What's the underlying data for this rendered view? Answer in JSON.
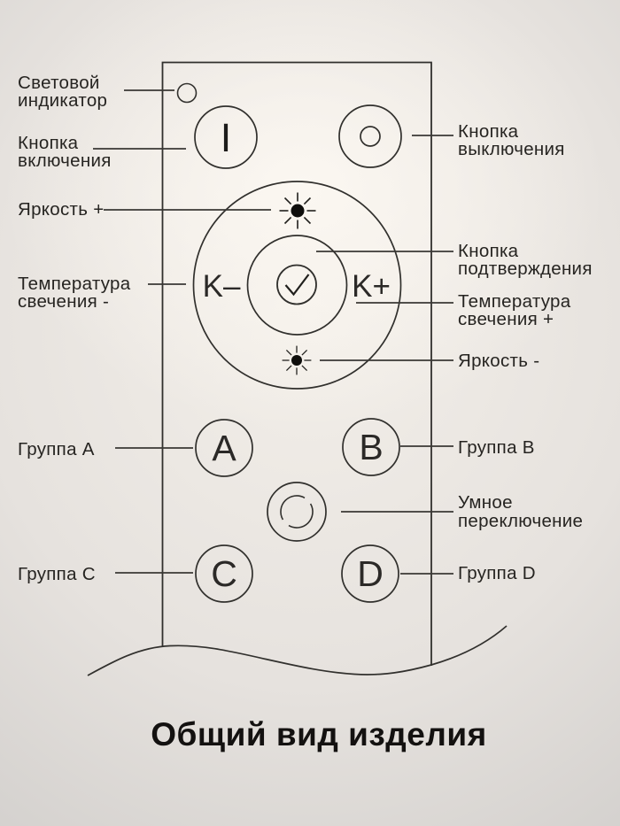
{
  "title": "Общий вид изделия",
  "colors": {
    "background_glow": "#faf6f0",
    "background_edge": "#c7c5c3",
    "stroke": "#31302d",
    "text": "#262421",
    "title_text": "#131110",
    "sun_fill": "#0f0e0c"
  },
  "remote_buttons": {
    "power_on": "I",
    "k_minus": "K–",
    "k_plus": "K+",
    "group_a": "A",
    "group_b": "B",
    "group_c": "C",
    "group_d": "D"
  },
  "icons": {
    "brightness_plus": "sun-icon",
    "brightness_minus": "sun-icon",
    "confirm": "checkmark-icon",
    "power_off": "circle-dot-icon",
    "smart_switch": "broken-ring-icon"
  },
  "callouts_left": [
    {
      "lines": [
        "Световой",
        "индикатор"
      ]
    },
    {
      "lines": [
        "Кнопка",
        "включения"
      ]
    },
    {
      "lines": [
        "Яркость +"
      ]
    },
    {
      "lines": [
        "Температура",
        "свечения -"
      ]
    },
    {
      "lines": [
        "Группа A"
      ]
    },
    {
      "lines": [
        "Группа C"
      ]
    }
  ],
  "callouts_right": [
    {
      "lines": [
        "Кнопка",
        "выключения"
      ]
    },
    {
      "lines": [
        "Кнопка",
        "подтверждения"
      ]
    },
    {
      "lines": [
        "Температура",
        "свечения +"
      ]
    },
    {
      "lines": [
        "Яркость -"
      ]
    },
    {
      "lines": [
        "Группа B"
      ]
    },
    {
      "lines": [
        "Умное",
        "переключение"
      ]
    },
    {
      "lines": [
        "Группа D"
      ]
    }
  ]
}
